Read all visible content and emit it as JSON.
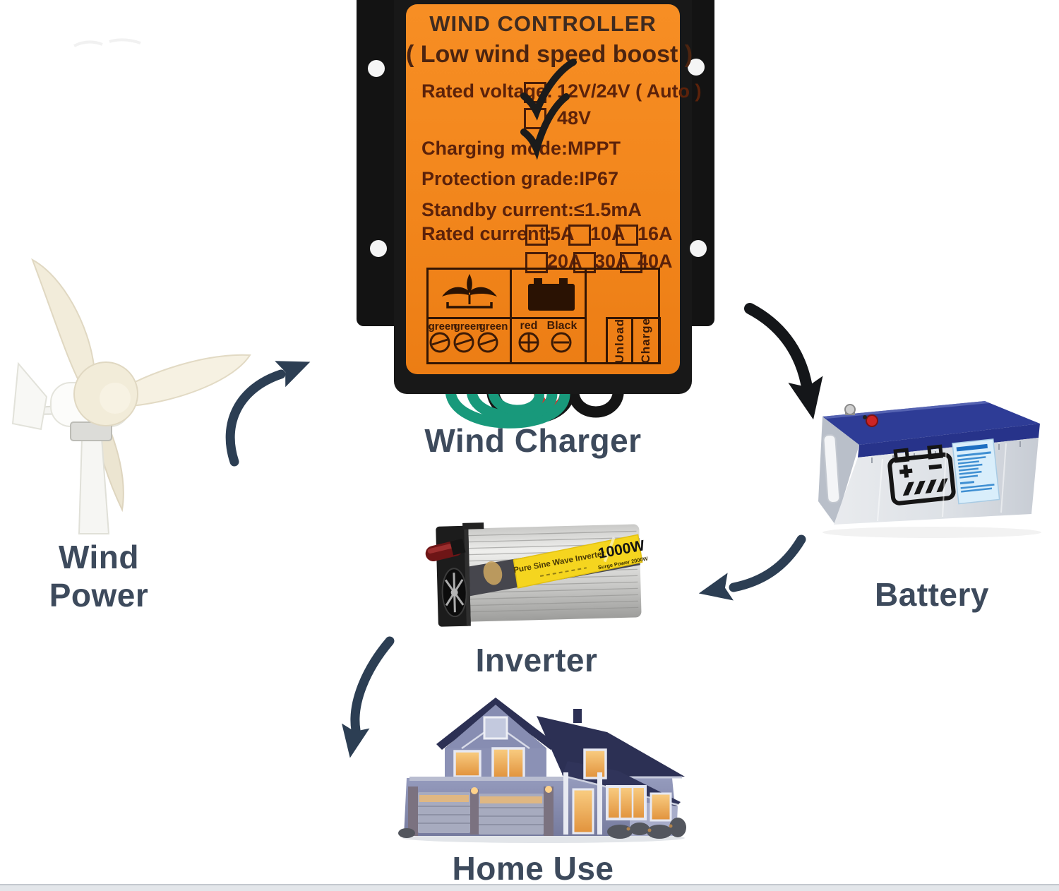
{
  "captions": {
    "wind_power": "Wind Power",
    "wind_charger": "Wind Charger",
    "battery": "Battery",
    "inverter": "Inverter",
    "home_use": "Home Use"
  },
  "controller": {
    "title": "WIND CONTROLLER",
    "subtitle": "( Low wind speed boost )",
    "rated_voltage_label": "Rated voltage:",
    "voltage_options": [
      "12V/24V ( Auto )",
      "48V"
    ],
    "charging_mode": "Charging mode:MPPT",
    "protection_grade": "Protection grade:IP67",
    "standby_current": "Standby current:≤1.5mA",
    "rated_current_label": "Rated current:",
    "current_row1": [
      "5A",
      "10A",
      "16A"
    ],
    "current_row2": [
      "20A",
      "30A",
      "40A"
    ],
    "turbine_wire_labels": [
      "green",
      "green",
      "green"
    ],
    "battery_wire_labels": [
      "red",
      "Black"
    ],
    "output_labels": [
      "Unload",
      "Charge"
    ]
  },
  "inverter_device": {
    "name": "Pure Sine Wave Inverter",
    "power": "1000W",
    "surge": "Surge Power 2000W"
  },
  "colors": {
    "accent_orange": "#f2861c",
    "panel_black": "#161616",
    "label_text_rust": "#5c220a",
    "caption_slate": "#3d4a5c",
    "arrow_navy": "#2c3e53",
    "arrow_black": "#141619",
    "wire_green": "#18997b",
    "wire_red": "#df2f28",
    "battery_top_blue": "#2e3c96",
    "inverter_yellow": "#f5d51f",
    "house_roof_navy": "#2c3054",
    "window_amber": "#f0b058"
  }
}
